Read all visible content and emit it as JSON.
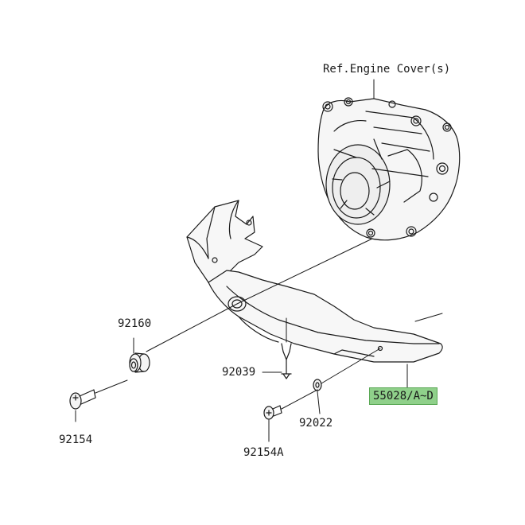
{
  "labels": {
    "ref_engine_cover": "Ref.Engine Cover(s)",
    "p92160": "92160",
    "p92039": "92039",
    "p92154": "92154",
    "p92022": "92022",
    "p92154a": "92154A",
    "p55028": "55028/A~D"
  },
  "colors": {
    "highlight": "#8fd08a",
    "line": "#1a1a1a"
  }
}
